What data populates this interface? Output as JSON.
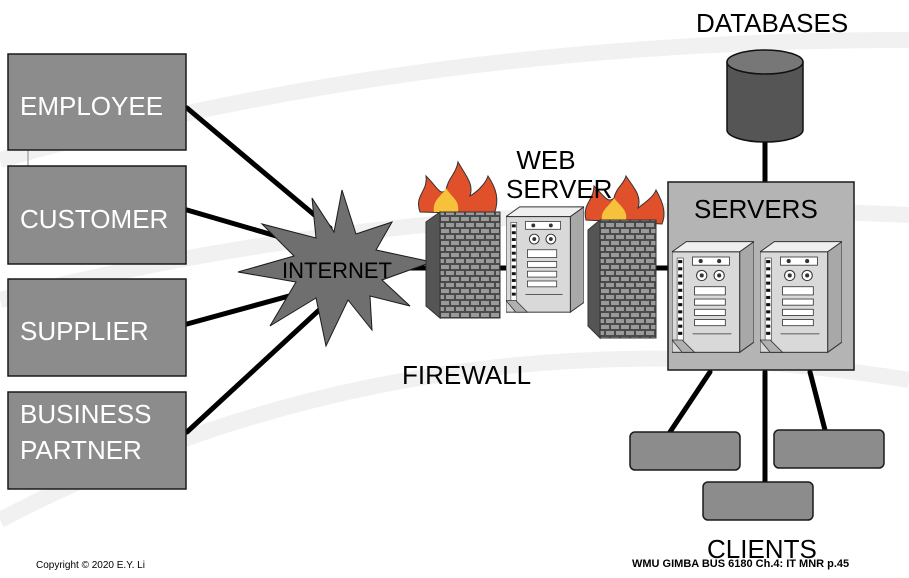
{
  "diagram": {
    "title": "DATABASES",
    "participants": {
      "employee": "EMPLOYEE",
      "customer": "CUSTOMER",
      "supplier": "SUPPLIER",
      "business_partner": "BUSINESS\nPARTNER"
    },
    "internet": "INTERNET",
    "web_server": "WEB\nSERVER",
    "firewall": "FIREWALL",
    "servers": "SERVERS",
    "clients": "CLIENTS"
  },
  "footer": {
    "copyright": "Copyright © 2020 E.Y. Li",
    "course_ref": "WMU GIMBA BUS 6180 Ch.4: IT MNR p.45"
  },
  "colors": {
    "box_fill": "#8c8c8c",
    "box_border": "#1a1a1a",
    "database_fill": "#555555",
    "server_cabinet": "#d9d9d9",
    "servers_panel": "#b4b4b4",
    "flame": "#e0502a"
  }
}
